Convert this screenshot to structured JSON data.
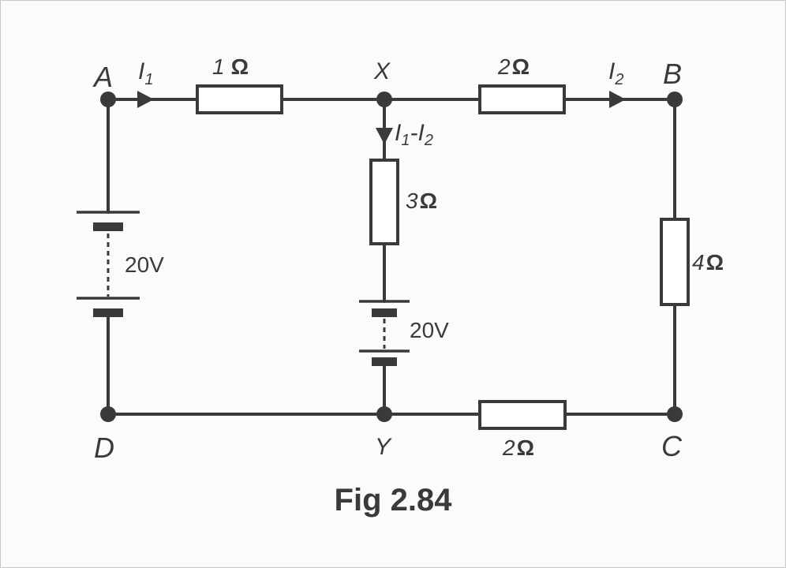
{
  "figure": {
    "caption": "Fig 2.84",
    "nodes": {
      "A": "A",
      "B": "B",
      "C": "C",
      "D": "D",
      "X": "X",
      "Y": "Y"
    },
    "resistors": {
      "AX": {
        "value": "1",
        "unit": "Ω"
      },
      "XB": {
        "value": "2",
        "unit": "Ω"
      },
      "XY": {
        "value": "3",
        "unit": "Ω"
      },
      "BC": {
        "value": "4",
        "unit": "Ω"
      },
      "YC": {
        "value": "2",
        "unit": "Ω"
      }
    },
    "batteries": {
      "AD": "20V",
      "XY": "20V"
    },
    "currents": {
      "I1": {
        "sym": "I",
        "sub": "1"
      },
      "I2": {
        "sym": "I",
        "sub": "2"
      },
      "I1_minus_I2": {
        "sym1": "I",
        "sub1": "1",
        "dash": "-",
        "sym2": "I",
        "sub2": "2"
      }
    },
    "line_color": "#3a3a3a"
  }
}
